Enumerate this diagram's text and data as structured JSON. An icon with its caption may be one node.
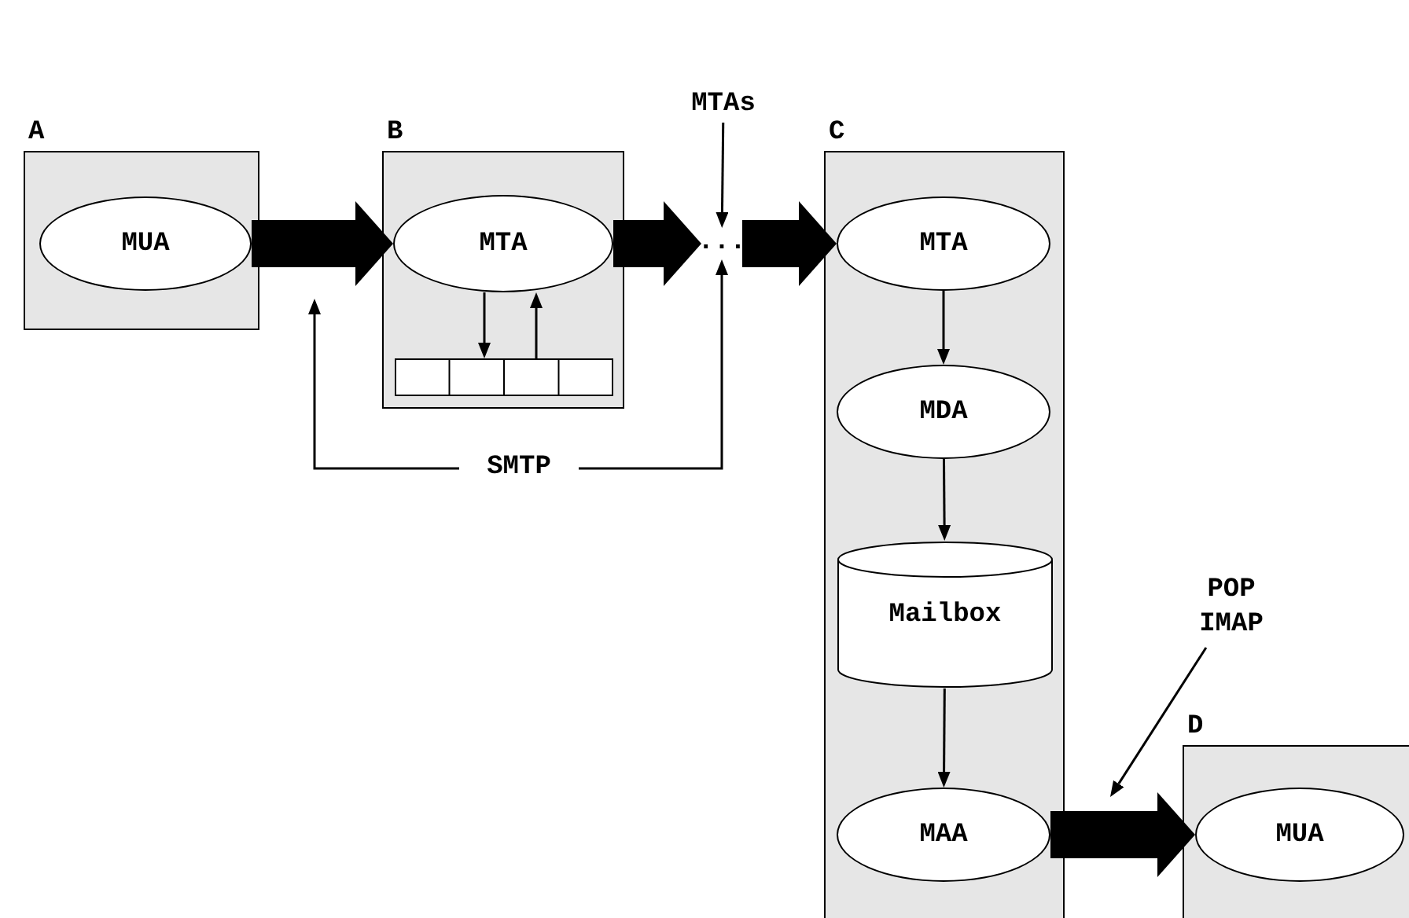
{
  "diagram": {
    "nodes": [
      {
        "text": [
          "A"
        ]
      },
      {
        "text": [
          "MUA"
        ],
        "in": 0
      },
      {
        "text": [
          "B"
        ]
      },
      {
        "text": [
          "MTA"
        ],
        "in": 2
      },
      {
        "text": [],
        "shape": "bar",
        "in": 2
      },
      {
        "text": [
          "..."
        ]
      },
      {
        "text": [
          "C"
        ]
      },
      {
        "text": [
          "MTA"
        ],
        "in": 6
      },
      {
        "text": [
          "MDA"
        ],
        "in": 6
      },
      {
        "text": [
          "Mailbox"
        ],
        "in": 6
      },
      {
        "text": [
          "MAA"
        ],
        "in": 6
      },
      {
        "text": [
          "D"
        ]
      },
      {
        "text": [
          "MUA"
        ],
        "in": 11
      },
      {
        "text": [
          "MTAs"
        ]
      },
      {
        "text": [
          "SMTP"
        ]
      },
      {
        "text": [
          "POP IMAP"
        ]
      }
    ],
    "edges": [
      {
        "from": 1,
        "to": 3,
        "arrow": "to",
        "style": "thick"
      },
      {
        "from": 3,
        "to": 5,
        "arrow": "to",
        "style": "thick"
      },
      {
        "from": 5,
        "to": 7,
        "arrow": "to",
        "style": "thick"
      },
      {
        "from": 3,
        "to": 4,
        "arrow": "to"
      },
      {
        "from": 4,
        "to": 3,
        "arrow": "to"
      },
      {
        "from": 7,
        "to": 8,
        "arrow": "to"
      },
      {
        "from": 8,
        "to": 9,
        "arrow": "to"
      },
      {
        "from": 9,
        "to": 10,
        "arrow": "to"
      },
      {
        "from": 10,
        "to": 12,
        "arrow": "to",
        "style": "thick"
      },
      {
        "from": 13,
        "to": 5,
        "arrow": "to"
      },
      {
        "from": 14,
        "to": null,
        "arrow": "to"
      },
      {
        "from": 14,
        "to": 5,
        "arrow": "to"
      },
      {
        "from": 15,
        "to": null,
        "arrow": "to"
      }
    ]
  }
}
